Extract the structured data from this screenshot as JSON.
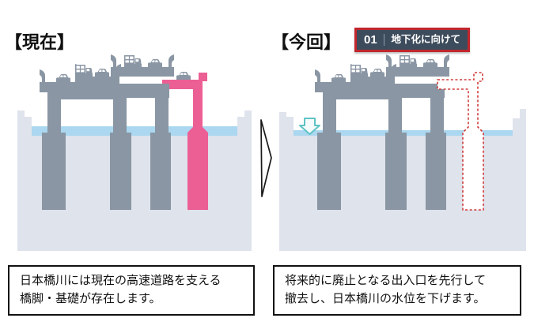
{
  "colors": {
    "structure": "#8A96A4",
    "pink": "#EC5F94",
    "water": "#ABD7F0",
    "ground": "#DFE3EC",
    "badge_bg": "#3D4C5C",
    "badge_border": "#C1272D",
    "dashed_red": "#D03A3A",
    "teal": "#5FC3C5",
    "text": "#111111"
  },
  "left_panel": {
    "title": "【現在】",
    "caption": {
      "line1": "日本橋川には現在の高速道路を支える",
      "line2": "橋脚・基礎が存在します。"
    }
  },
  "right_panel": {
    "title": "【今回】",
    "badge": {
      "number": "01",
      "label": "地下化に向けて"
    },
    "caption": {
      "line1": "将来的に廃止となる出入口を先行して",
      "line2": "撤去し、日本橋川の水位を下げます。"
    }
  },
  "icons": {
    "car": "car-icon",
    "truck": "truck-icon",
    "water_level_down": "water-level-down-arrow-icon",
    "transition": "transition-arrow-icon",
    "removed_ramp": "removed-ramp-dashed-outline"
  }
}
